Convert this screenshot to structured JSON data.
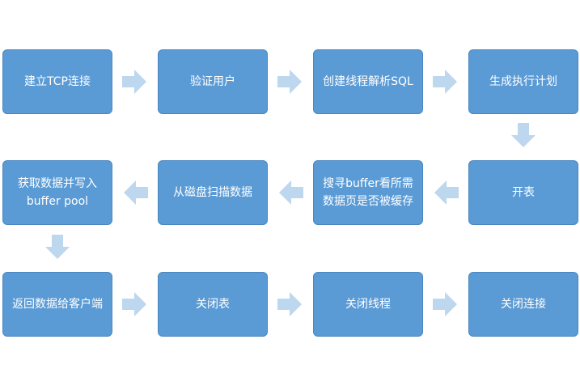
{
  "colors": {
    "box_fill": "#5b9bd5",
    "box_border": "#4a86c0",
    "box_text": "#ffffff",
    "arrow_fill": "#bdd7ee",
    "background": "#ffffff"
  },
  "steps": {
    "s1": "建立TCP连接",
    "s2": "验证用户",
    "s3": "创建线程解析SQL",
    "s4": "生成执行计划",
    "s5": "开表",
    "s6": "搜寻buffer看所需\n数据页是否被缓存",
    "s7": "从磁盘扫描数据",
    "s8": "获取数据并写入\nbuffer pool",
    "s9": "返回数据给客户端",
    "s10": "关闭表",
    "s11": "关闭线程",
    "s12": "关闭连接"
  },
  "arrows": [
    {
      "from": "s1",
      "to": "s2",
      "icon": "arrow-right-icon"
    },
    {
      "from": "s2",
      "to": "s3",
      "icon": "arrow-right-icon"
    },
    {
      "from": "s3",
      "to": "s4",
      "icon": "arrow-right-icon"
    },
    {
      "from": "s4",
      "to": "s5",
      "icon": "arrow-down-icon"
    },
    {
      "from": "s5",
      "to": "s6",
      "icon": "arrow-left-icon"
    },
    {
      "from": "s6",
      "to": "s7",
      "icon": "arrow-left-icon"
    },
    {
      "from": "s7",
      "to": "s8",
      "icon": "arrow-left-icon"
    },
    {
      "from": "s8",
      "to": "s9",
      "icon": "arrow-down-icon"
    },
    {
      "from": "s9",
      "to": "s10",
      "icon": "arrow-right-icon"
    },
    {
      "from": "s10",
      "to": "s11",
      "icon": "arrow-right-icon"
    },
    {
      "from": "s11",
      "to": "s12",
      "icon": "arrow-right-icon"
    }
  ]
}
